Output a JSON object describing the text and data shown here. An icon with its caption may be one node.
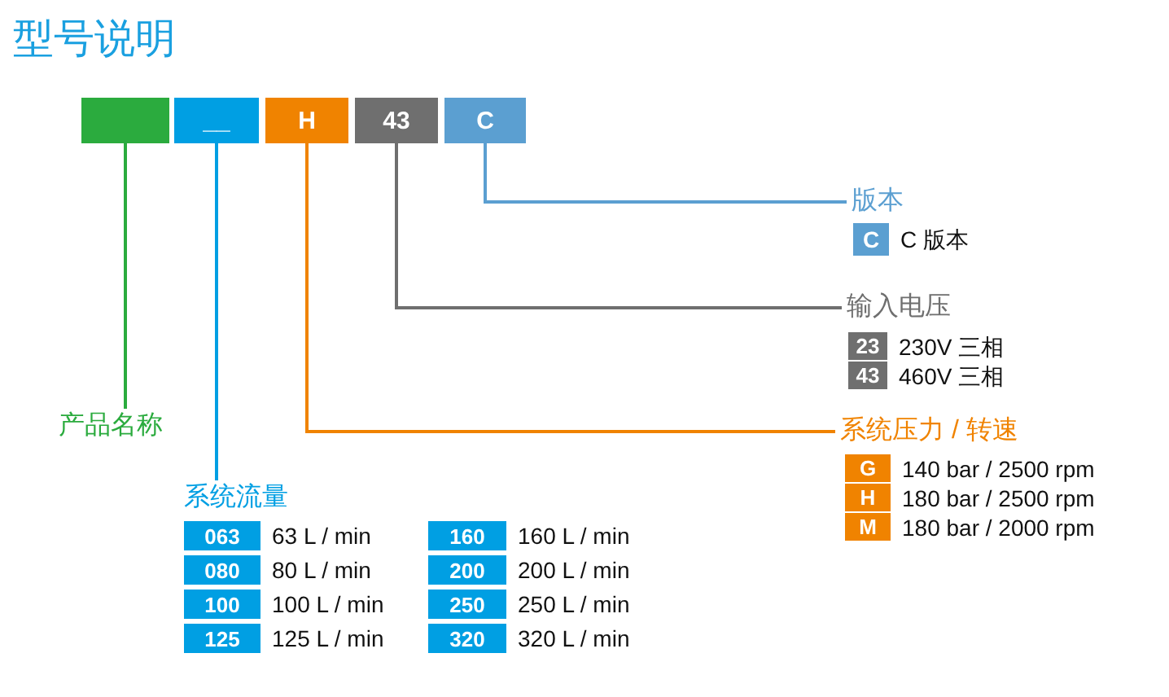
{
  "diagram": {
    "title": "型号说明",
    "nodes": [
      {
        "text": [],
        "shape": "box"
      },
      {
        "text": [
          "__"
        ]
      },
      {
        "text": [
          "H"
        ]
      },
      {
        "text": [
          "43"
        ]
      },
      {
        "text": [
          "C"
        ]
      },
      {
        "text": [
          "版本"
        ]
      },
      {
        "text": [
          "输入电压"
        ]
      },
      {
        "text": [
          "系统压力 / 转速"
        ]
      },
      {
        "text": [
          "产品名称"
        ]
      },
      {
        "text": [
          "系统流量"
        ]
      },
      {
        "text": [
          "C"
        ],
        "beside": [
          "C 版本"
        ]
      },
      {
        "text": [
          "23"
        ],
        "beside": [
          "230V 三相"
        ]
      },
      {
        "text": [
          "43"
        ],
        "beside": [
          "460V 三相"
        ]
      },
      {
        "text": [
          "G"
        ],
        "beside": [
          "140 bar / 2500 rpm"
        ]
      },
      {
        "text": [
          "H"
        ],
        "beside": [
          "180 bar / 2500 rpm"
        ]
      },
      {
        "text": [
          "M"
        ],
        "beside": [
          "180 bar / 2000 rpm"
        ]
      },
      {
        "text": [
          "063"
        ],
        "beside": [
          "63 L / min"
        ]
      },
      {
        "text": [
          "080"
        ],
        "beside": [
          "80 L / min"
        ]
      },
      {
        "text": [
          "100"
        ],
        "beside": [
          "100 L / min"
        ]
      },
      {
        "text": [
          "125"
        ],
        "beside": [
          "125 L / min"
        ]
      },
      {
        "text": [
          "160"
        ],
        "beside": [
          "160 L / min"
        ]
      },
      {
        "text": [
          "200"
        ],
        "beside": [
          "200 L / min"
        ]
      },
      {
        "text": [
          "250"
        ],
        "beside": [
          "250 L / min"
        ]
      },
      {
        "text": [
          "320"
        ],
        "beside": [
          "320 L / min"
        ]
      }
    ],
    "edges": [
      {
        "from": 4,
        "to": 5,
        "arrow": "none",
        "color": "#5b9fd1"
      },
      {
        "from": 3,
        "to": 6,
        "arrow": "none",
        "color": "#6f6f6f"
      },
      {
        "from": 2,
        "to": 7,
        "arrow": "none",
        "color": "#f08300"
      },
      {
        "from": 0,
        "to": 8,
        "arrow": "none",
        "color": "#2bab3e"
      },
      {
        "from": 1,
        "to": 9,
        "arrow": "none",
        "color": "#009fe3"
      }
    ]
  }
}
